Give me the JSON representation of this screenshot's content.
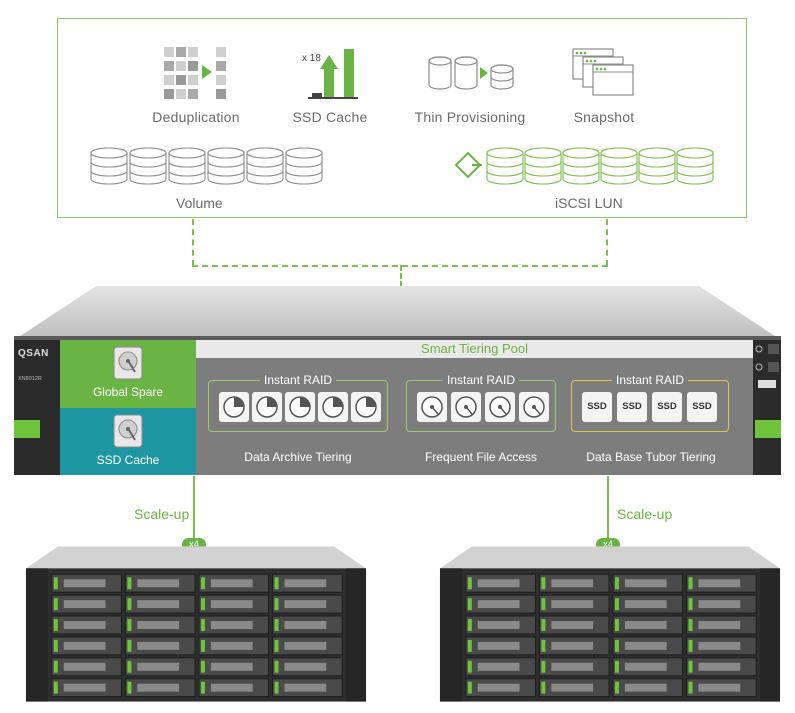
{
  "features": {
    "dedup": "Deduplication",
    "ssd_cache": "SSD Cache",
    "ssd_multiplier": "x 18",
    "thin": "Thin Provisioning",
    "snapshot": "Snapshot",
    "volume": "Volume",
    "iscsi": "iSCSI LUN"
  },
  "server": {
    "brand": "QSAN",
    "model": "XN8012R",
    "pool_title": "Smart Tiering Pool",
    "global_spare": "Global Spare",
    "ssd_cache": "SSD Cache",
    "groups": [
      {
        "title": "Instant RAID",
        "tier": "Data Archive Tiering"
      },
      {
        "title": "Instant RAID",
        "tier": "Frequent File Access"
      },
      {
        "title": "Instant RAID",
        "tier": "Data Base Tubor Tiering"
      }
    ],
    "ssd_label": "SSD"
  },
  "expansion": {
    "left_label": "Scale-up",
    "right_label": "Scale-up",
    "left_badge": "x4",
    "right_badge": "x4"
  },
  "colors": {
    "green": "#6ab446",
    "teal": "#1f97a3",
    "pool_gray": "#7d7d7d",
    "yellow": "#e3c34f"
  }
}
